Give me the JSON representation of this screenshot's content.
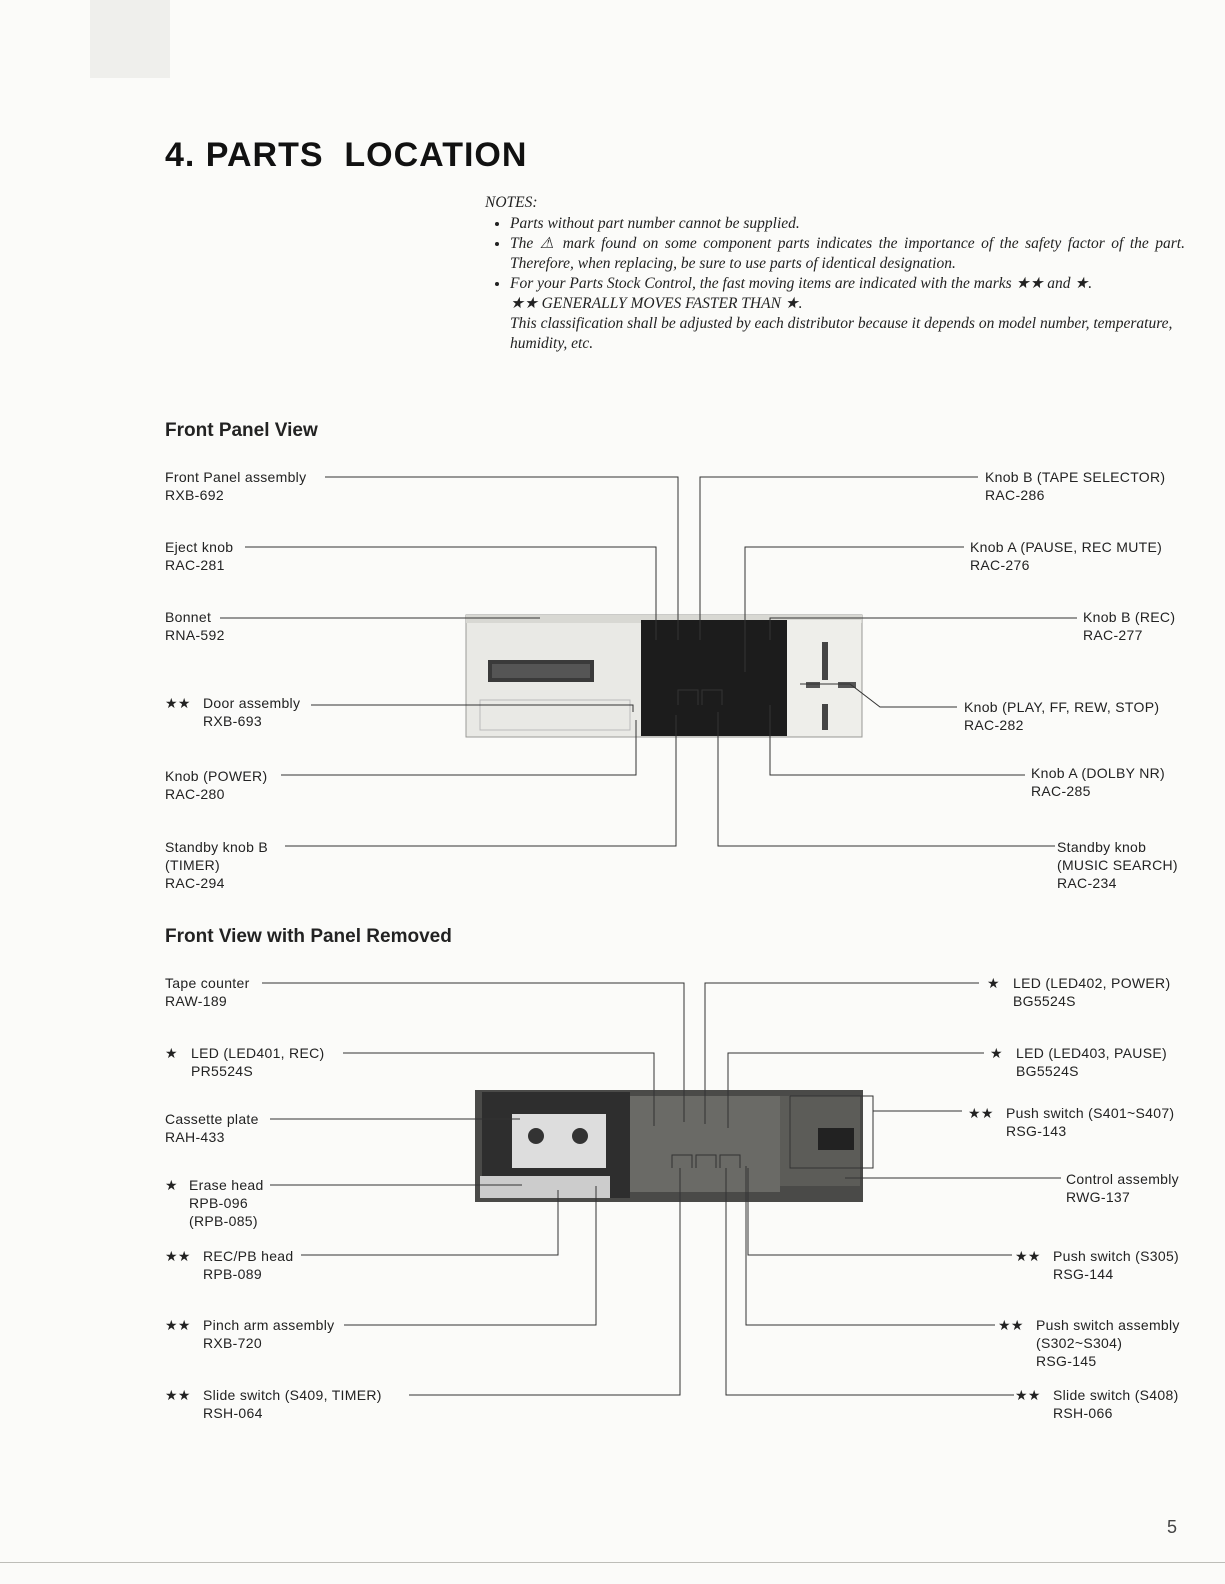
{
  "title": "4. PARTS  LOCATION",
  "notes": {
    "heading": "NOTES:",
    "items": [
      "Parts without part number cannot be supplied.",
      "The ⚠ mark found on some component parts indicates the importance of the safety factor of the part. Therefore, when replacing, be sure to use parts of identical designation.",
      "For your Parts Stock Control, the fast moving items are indicated with the marks ★★ and ★."
    ],
    "line_a": "★★  GENERALLY MOVES FASTER THAN ★.",
    "line_b": "This classification shall be adjusted by each distributor because it depends on model number, temperature, humidity, etc."
  },
  "front_panel_view": {
    "heading": "Front Panel View",
    "left": [
      {
        "mark": "",
        "name": "Front Panel assembly",
        "part": "RXB-692"
      },
      {
        "mark": "",
        "name": "Eject knob",
        "part": "RAC-281"
      },
      {
        "mark": "",
        "name": "Bonnet",
        "part": "RNA-592"
      },
      {
        "mark": "★★",
        "name": "Door assembly",
        "part": "RXB-693"
      },
      {
        "mark": "",
        "name": "Knob (POWER)",
        "part": "RAC-280"
      },
      {
        "mark": "",
        "name": "Standby knob B",
        "part": "(TIMER)",
        "part2": "RAC-294"
      }
    ],
    "right": [
      {
        "name": "Knob B (TAPE SELECTOR)",
        "part": "RAC-286"
      },
      {
        "name": "Knob A (PAUSE, REC MUTE)",
        "part": "RAC-276"
      },
      {
        "name": "Knob B (REC)",
        "part": "RAC-277"
      },
      {
        "name": "Knob (PLAY, FF, REW, STOP)",
        "part": "RAC-282"
      },
      {
        "name": "Knob A (DOLBY NR)",
        "part": "RAC-285"
      },
      {
        "name": "Standby knob",
        "part": "(MUSIC SEARCH)",
        "part2": "RAC-234"
      }
    ]
  },
  "panel_removed_view": {
    "heading": "Front View with Panel Removed",
    "left": [
      {
        "mark": "",
        "name": "Tape counter",
        "part": "RAW-189"
      },
      {
        "mark": "★",
        "name": "LED (LED401, REC)",
        "part": "PR5524S"
      },
      {
        "mark": "",
        "name": "Cassette plate",
        "part": "RAH-433"
      },
      {
        "mark": "★",
        "name": "Erase head",
        "part": "RPB-096",
        "part2": "(RPB-085)"
      },
      {
        "mark": "★★",
        "name": "REC/PB head",
        "part": "RPB-089"
      },
      {
        "mark": "★★",
        "name": "Pinch arm assembly",
        "part": "RXB-720"
      },
      {
        "mark": "★★",
        "name": "Slide switch (S409, TIMER)",
        "part": "RSH-064"
      }
    ],
    "right": [
      {
        "mark": "★",
        "name": "LED (LED402, POWER)",
        "part": "BG5524S"
      },
      {
        "mark": "★",
        "name": "LED (LED403, PAUSE)",
        "part": "BG5524S"
      },
      {
        "mark": "★★",
        "name": "Push switch (S401~S407)",
        "part": "RSG-143"
      },
      {
        "mark": "",
        "name": "Control assembly",
        "part": "RWG-137"
      },
      {
        "mark": "★★",
        "name": "Push switch (S305)",
        "part": "RSG-144"
      },
      {
        "mark": "★★",
        "name": "Push switch assembly",
        "part": "(S302~S304)",
        "part2": "RSG-145"
      },
      {
        "mark": "★★",
        "name": "Slide switch (S408)",
        "part": "RSH-066"
      }
    ]
  },
  "page_number": "5"
}
